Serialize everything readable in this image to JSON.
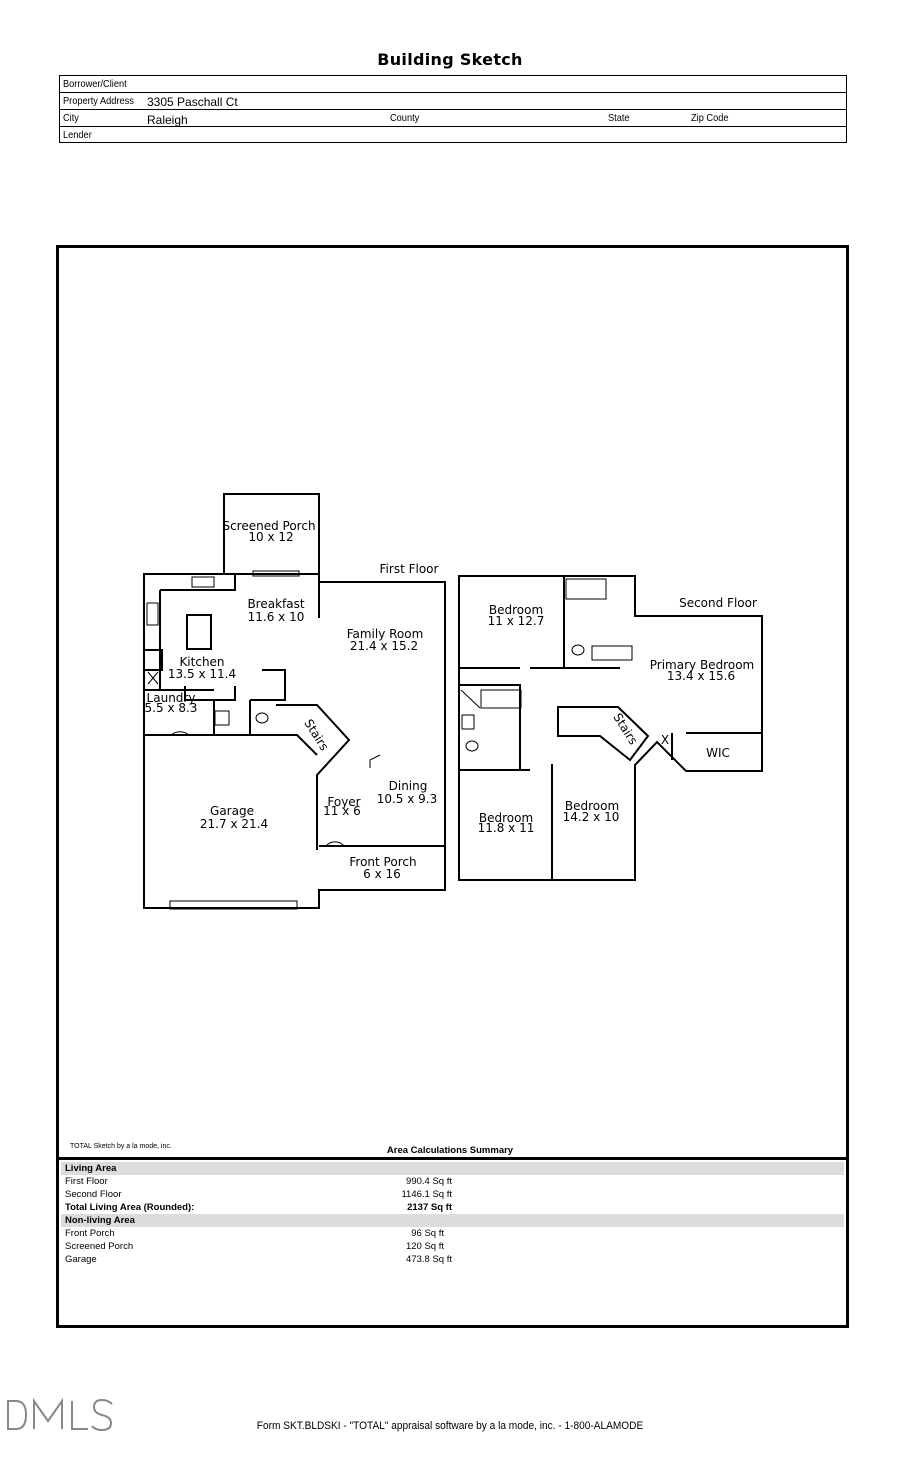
{
  "title": "Building Sketch",
  "info": {
    "borrower_label": "Borrower/Client",
    "address_label": "Property Address",
    "address_value": "3305 Paschall Ct",
    "city_label": "City",
    "city_value": "Raleigh",
    "county_label": "County",
    "state_label": "State",
    "zip_label": "Zip Code",
    "lender_label": "Lender"
  },
  "floors": {
    "first": "First Floor",
    "second": "Second Floor"
  },
  "rooms": {
    "screened_porch": {
      "name": "Screened Porch",
      "dims": "10 x 12"
    },
    "breakfast": {
      "name": "Breakfast",
      "dims": "11.6 x 10"
    },
    "family_room": {
      "name": "Family Room",
      "dims": "21.4 x 15.2"
    },
    "kitchen": {
      "name": "Kitchen",
      "dims": "13.5 x 11.4"
    },
    "laundry": {
      "name": "Laundry",
      "dims": "5.5 x 8.3"
    },
    "stairs1": "Stairs",
    "dining": {
      "name": "Dining",
      "dims": "10.5 x 9.3"
    },
    "foyer": {
      "name": "Foyer",
      "dims": "11 x 6"
    },
    "garage": {
      "name": "Garage",
      "dims": "21.7 x 21.4"
    },
    "front_porch": {
      "name": "Front Porch",
      "dims": "6 x 16"
    },
    "bedroom_a": {
      "name": "Bedroom",
      "dims": "11 x 12.7"
    },
    "primary_bedroom": {
      "name": "Primary Bedroom",
      "dims": "13.4 x 15.6"
    },
    "stairs2": "Stairs",
    "wic": "WIC",
    "bedroom_b": {
      "name": "Bedroom",
      "dims": "11.8 x 11"
    },
    "bedroom_c": {
      "name": "Bedroom",
      "dims": "14.2 x 10"
    },
    "x_mark": "X"
  },
  "credit": "TOTAL Sketch by a la mode, inc.",
  "area_summary": {
    "title": "Area Calculations Summary",
    "living_header": "Living Area",
    "living": [
      {
        "name": "First Floor",
        "value": "990.4 Sq ft"
      },
      {
        "name": "Second Floor",
        "value": "1146.1 Sq ft"
      }
    ],
    "total": {
      "name": "Total Living Area (Rounded):",
      "value": "2137 Sq ft"
    },
    "nonliving_header": "Non-living Area",
    "nonliving": [
      {
        "name": "Front Porch",
        "value": "96 Sq ft"
      },
      {
        "name": "Screened Porch",
        "value": "120 Sq ft"
      },
      {
        "name": "Garage",
        "value": "473.8 Sq ft"
      }
    ]
  },
  "footer": "Form SKT.BLDSKI - \"TOTAL\" appraisal software by a la mode, inc. - 1-800-ALAMODE",
  "logo_text": "DMLS"
}
